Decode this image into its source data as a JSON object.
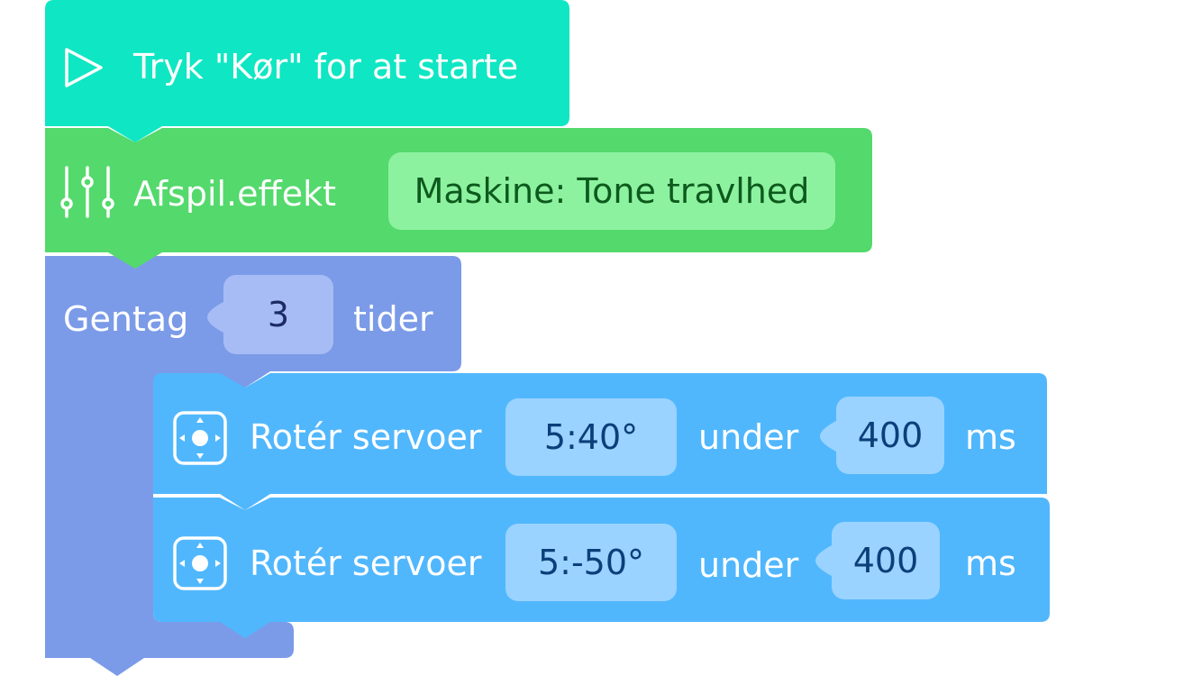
{
  "colors": {
    "start": "#0fe6c3",
    "sound": "#54d96c",
    "sound_slot": "#8df2a0",
    "sound_slot_text": "#0d5a1d",
    "repeat": "#7b9be8",
    "repeat_slot": "#a7bcf5",
    "repeat_slot_text": "#1d2b63",
    "motor": "#51b7fd",
    "motor_slot": "#9ad3ff",
    "motor_slot_text": "#0b3f7a"
  },
  "start_block": {
    "icon": "play-icon",
    "label": "Tryk \"Kør\" for at starte"
  },
  "sound_block": {
    "icon": "equalizer-icon",
    "label": "Afspil.effekt",
    "value": "Maskine: Tone travlhed"
  },
  "repeat_block": {
    "label_before": "Gentag",
    "count": "3",
    "label_after": "tider"
  },
  "servo_blocks": [
    {
      "icon": "servo-icon",
      "label": "Rotér servoer",
      "angle": "5:40°",
      "under_label": "under",
      "duration": "400",
      "unit": "ms"
    },
    {
      "icon": "servo-icon",
      "label": "Rotér servoer",
      "angle": "5:-50°",
      "under_label": "under",
      "duration": "400",
      "unit": "ms"
    }
  ]
}
